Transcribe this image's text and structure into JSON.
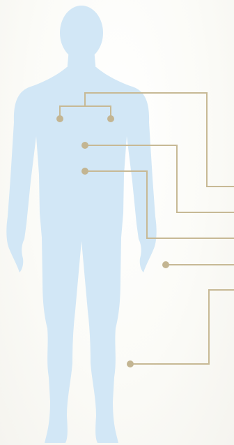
{
  "figure": {
    "colors": {
      "background": "#fbfbf7",
      "body": "#d2e7f6",
      "callout": "#c7b995",
      "dot": "#c3b592"
    },
    "callouts": [
      {
        "id": "chest-pair"
      },
      {
        "id": "upper-abdomen"
      },
      {
        "id": "lower-abdomen"
      },
      {
        "id": "hand"
      },
      {
        "id": "leg"
      }
    ]
  }
}
